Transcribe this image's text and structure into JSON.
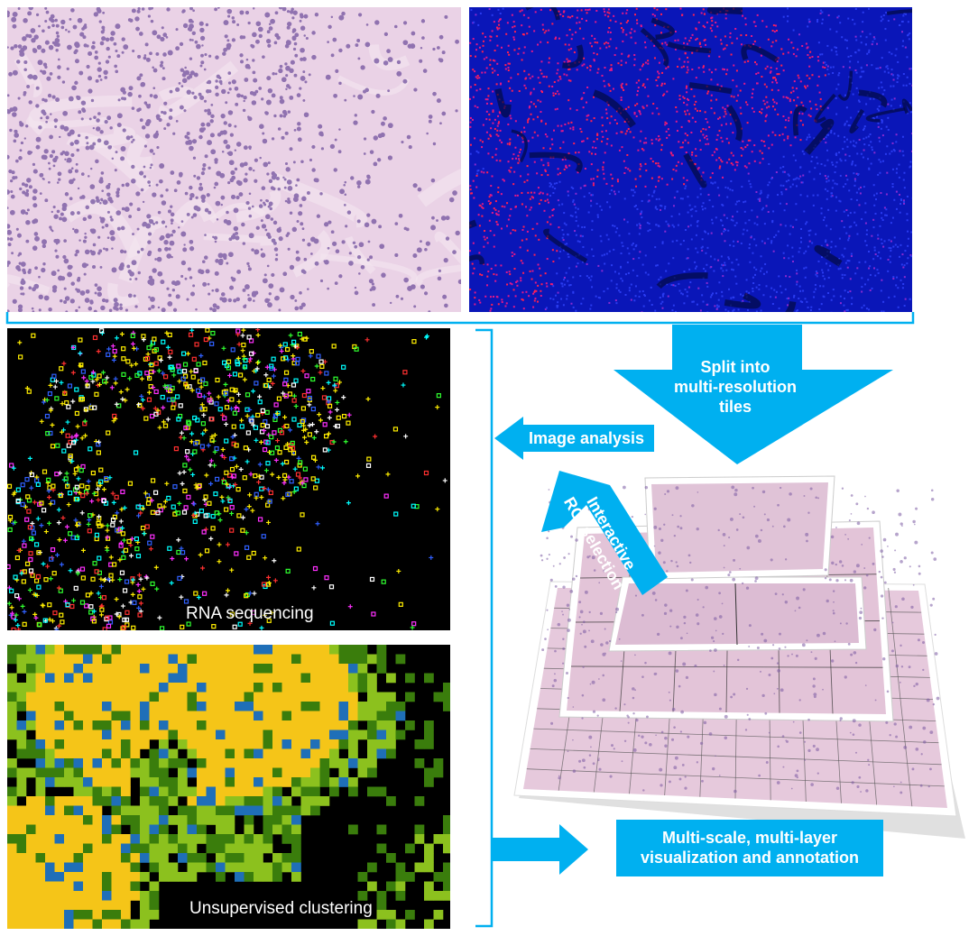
{
  "labels": {
    "rna_sequencing": "RNA sequencing",
    "unsupervised_clustering": "Unsupervised clustering",
    "split_tiles_line1": "Split into",
    "split_tiles_line2": "multi-resolution tiles",
    "image_analysis": "Image analysis",
    "roi_line1": "Interactive",
    "roi_line2": "ROI selection",
    "multiscale_line1": "Multi-scale, multi-layer",
    "multiscale_line2": "visualization and annotation"
  },
  "colors": {
    "accent": "#00b0f0",
    "he_background": "#ead2e6",
    "he_nuclei": "#6a4a9a",
    "if_background": "#0a16b8",
    "if_signal": "#e0188a",
    "rna_background": "#000000",
    "cluster_yellow": "#f5c518",
    "cluster_lightgreen": "#8cc11e",
    "cluster_darkgreen": "#3a7d0c",
    "cluster_blue": "#1f6fb8",
    "cluster_black": "#000000"
  },
  "icons": {
    "he_image": "he-stained-tissue-image",
    "if_image": "immunofluorescence-image",
    "rna_image": "rna-sequencing-spot-map",
    "cluster_image": "cluster-heatmap-grid",
    "tile_pyramid": "tile-pyramid-stack"
  }
}
